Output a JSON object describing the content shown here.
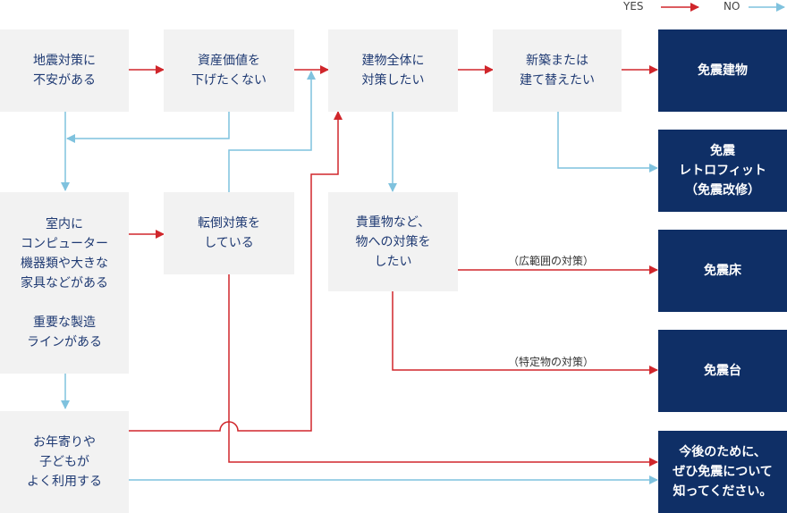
{
  "legend": {
    "yes": "YES",
    "no": "NO"
  },
  "colors": {
    "yes": "#d0262b",
    "no": "#7fc2de",
    "question_bg": "#f2f2f2",
    "question_text": "#1f3a73",
    "result_bg": "#0f2f66",
    "result_text": "#ffffff"
  },
  "questions": {
    "jishin": [
      "地震対策に",
      "不安がある"
    ],
    "shisan": [
      "資産価値を",
      "下げたくない"
    ],
    "tatemono": [
      "建物全体に",
      "対策したい"
    ],
    "shinchiku": [
      "新築または",
      "建て替えたい"
    ],
    "shitsunai": [
      "室内に",
      "コンピューター",
      "機器類や大きな",
      "家具などがある"
    ],
    "seizou": [
      "重要な製造",
      "ラインがある"
    ],
    "tento": [
      "転倒対策を",
      "している"
    ],
    "kichou": [
      "貴重物など、",
      "物への対策を",
      "したい"
    ],
    "otoshiyori": [
      "お年寄りや",
      "子どもが",
      "よく利用する"
    ]
  },
  "results": {
    "menshin_tatemono": [
      "免震建物"
    ],
    "retrofit": [
      "免震",
      "レトロフィット",
      "（免震改修）"
    ],
    "yuka": [
      "免震床"
    ],
    "dai": [
      "免震台"
    ],
    "kongo": [
      "今後のために、",
      "ぜひ免震について",
      "知ってください。"
    ]
  },
  "notes": {
    "kouhanni": "（広範囲の対策）",
    "tokutei": "（特定物の対策）"
  }
}
